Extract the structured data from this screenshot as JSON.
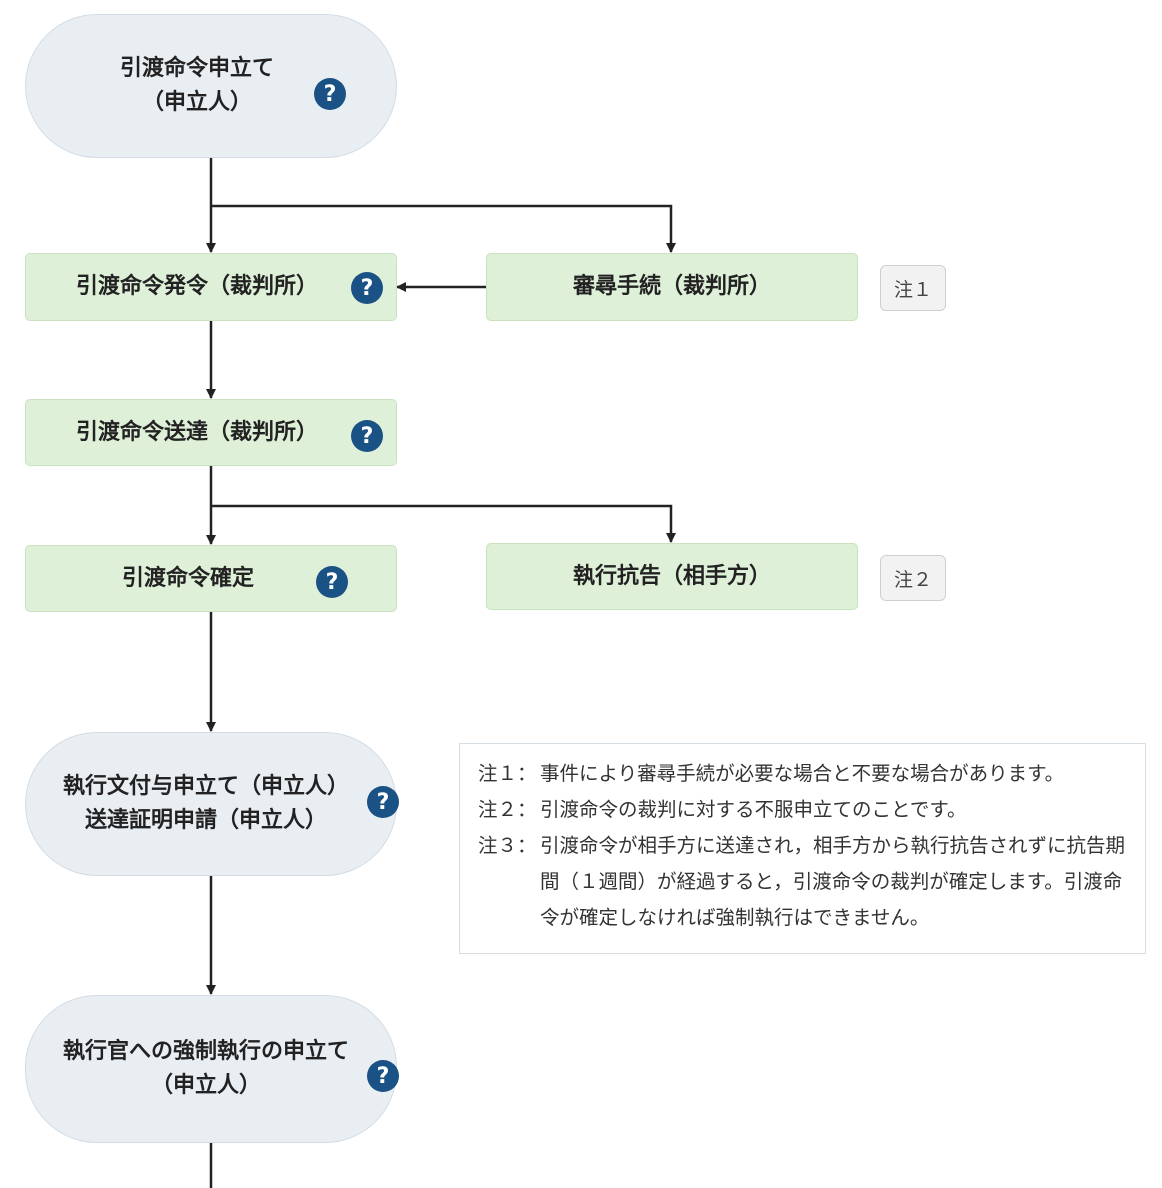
{
  "nodes": {
    "application": {
      "line1": "引渡命令申立て",
      "line2": "（申立人）"
    },
    "issue": {
      "label": "引渡命令発令（裁判所）"
    },
    "hearing": {
      "label": "審尋手続（裁判所）"
    },
    "service": {
      "label": "引渡命令送達（裁判所）"
    },
    "finalization": {
      "label": "引渡命令確定"
    },
    "appeal": {
      "label": "執行抗告（相手方）"
    },
    "execution_clause": {
      "line1": "執行文付与申立て（申立人）",
      "line2": "送達証明申請（申立人）"
    },
    "enforcement": {
      "line1": "執行官への強制執行の申立て",
      "line2": "（申立人）"
    }
  },
  "help_icon": {
    "glyph": "?",
    "icon": "question-circle-icon",
    "color": "#1b5285"
  },
  "note_buttons": {
    "note1": "注１",
    "note2": "注２"
  },
  "notes": [
    {
      "key": "注１：",
      "text": "事件により審尋手続が必要な場合と不要な場合があります。"
    },
    {
      "key": "注２：",
      "text": "引渡命令の裁判に対する不服申立てのことです。"
    },
    {
      "key": "注３：",
      "text": "引渡命令が相手方に送達され，相手方から執行抗告されずに抗告期間（１週間）が経過すると，引渡命令の裁判が確定します。引渡命令が確定しなければ強制執行はできません。"
    }
  ],
  "colors": {
    "oval_fill": "#e9eef3",
    "rect_fill": "#dff0d8",
    "arrow": "#222222"
  }
}
